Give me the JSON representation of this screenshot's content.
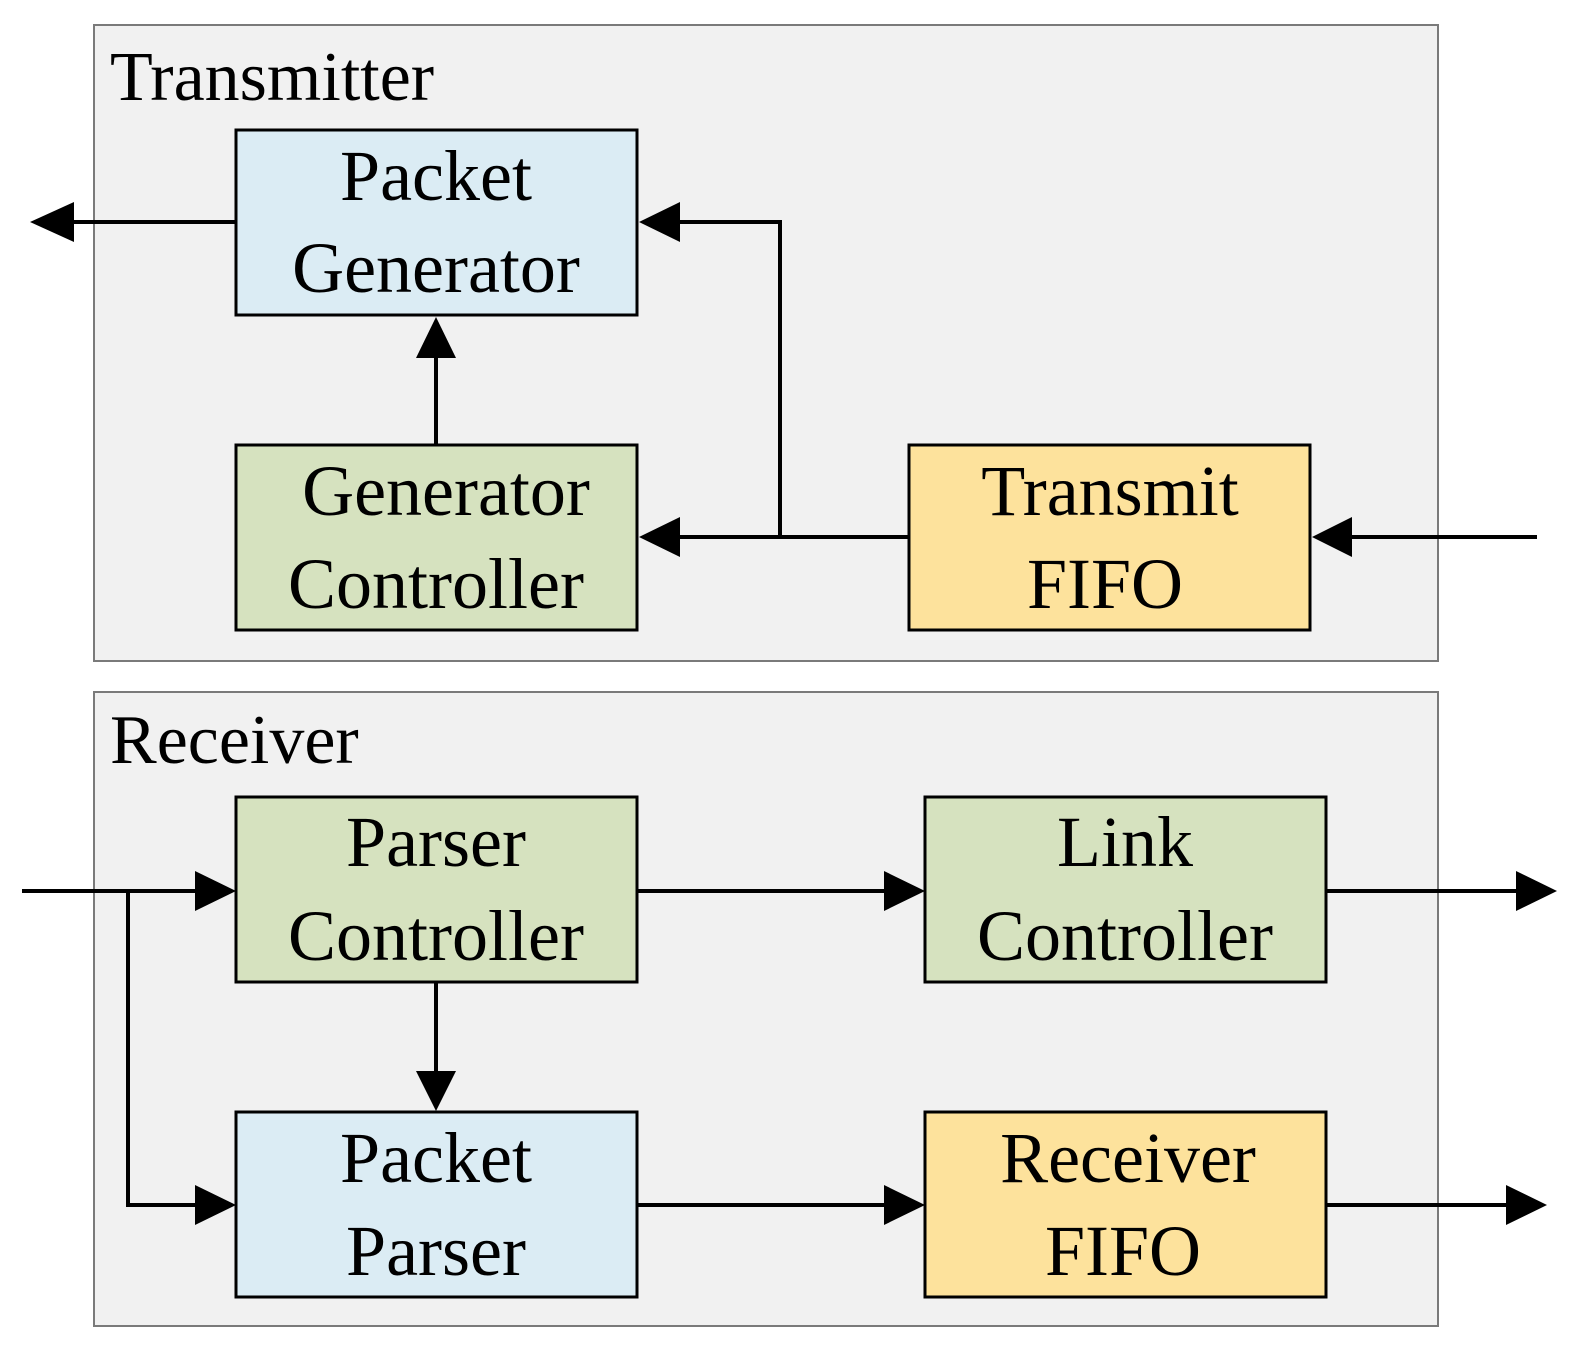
{
  "colors": {
    "section_background": "#f1f1f1",
    "section_border": "#7a7a7a",
    "blue_block": "#dbecf4",
    "green_block": "#d6e2bf",
    "yellow_block": "#fde29c",
    "line": "#000000"
  },
  "transmitter": {
    "title": "Transmitter",
    "packet_generator": {
      "line1": "Packet",
      "line2": "Generator"
    },
    "generator_controller": {
      "line1": "Generator",
      "line2": "Controller"
    },
    "transmit_fifo": {
      "line1": "Transmit",
      "line2": "FIFO"
    }
  },
  "receiver": {
    "title": "Receiver",
    "parser_controller": {
      "line1": "Parser",
      "line2": "Controller"
    },
    "link_controller": {
      "line1": "Link",
      "line2": "Controller"
    },
    "packet_parser": {
      "line1": "Packet",
      "line2": "Parser"
    },
    "receiver_fifo": {
      "line1": "Receiver",
      "line2": "FIFO"
    }
  }
}
